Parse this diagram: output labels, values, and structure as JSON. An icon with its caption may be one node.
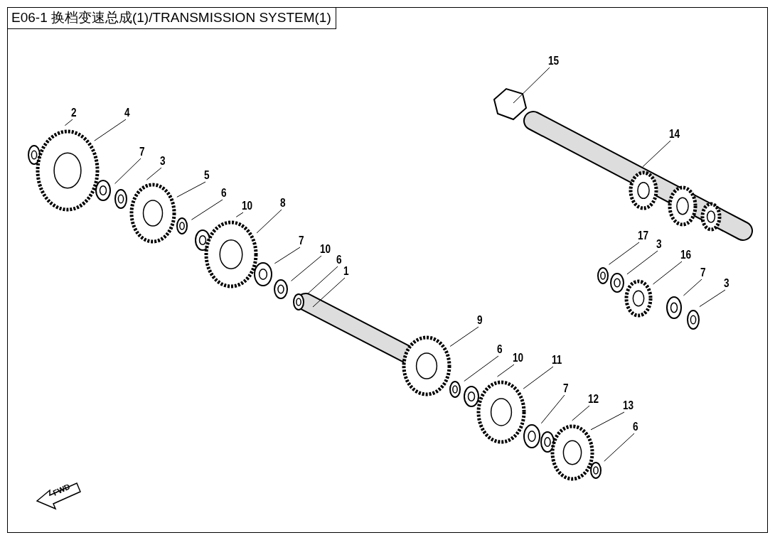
{
  "diagram": {
    "title": "E06-1 换档变速总成(1)/TRANSMISSION SYSTEM(1)",
    "nodes": [
      {
        "text": [
          "2"
        ]
      },
      {
        "text": [
          "4"
        ]
      },
      {
        "text": [
          "7"
        ]
      },
      {
        "text": [
          "3"
        ]
      },
      {
        "text": [
          "5"
        ]
      },
      {
        "text": [
          "6"
        ]
      },
      {
        "text": [
          "10"
        ]
      },
      {
        "text": [
          "8"
        ]
      },
      {
        "text": [
          "7"
        ]
      },
      {
        "text": [
          "10"
        ]
      },
      {
        "text": [
          "6"
        ]
      },
      {
        "text": [
          "1"
        ]
      },
      {
        "text": [
          "15"
        ]
      },
      {
        "text": [
          "14"
        ]
      },
      {
        "text": [
          "17"
        ]
      },
      {
        "text": [
          "3"
        ]
      },
      {
        "text": [
          "16"
        ]
      },
      {
        "text": [
          "7"
        ]
      },
      {
        "text": [
          "3"
        ]
      },
      {
        "text": [
          "9"
        ]
      },
      {
        "text": [
          "6"
        ]
      },
      {
        "text": [
          "10"
        ]
      },
      {
        "text": [
          "11"
        ]
      },
      {
        "text": [
          "7"
        ]
      },
      {
        "text": [
          "12"
        ]
      },
      {
        "text": [
          "13"
        ]
      },
      {
        "text": [
          "6"
        ]
      }
    ],
    "edges": [
      {
        "from": 0,
        "to": null,
        "arrow": "none"
      },
      {
        "from": 1,
        "to": null,
        "arrow": "none"
      },
      {
        "from": 2,
        "to": null,
        "arrow": "none"
      },
      {
        "from": 3,
        "to": null,
        "arrow": "none"
      },
      {
        "from": 4,
        "to": null,
        "arrow": "none"
      },
      {
        "from": 5,
        "to": null,
        "arrow": "none"
      },
      {
        "from": 6,
        "to": null,
        "arrow": "none"
      },
      {
        "from": 7,
        "to": null,
        "arrow": "none"
      },
      {
        "from": 8,
        "to": null,
        "arrow": "none"
      },
      {
        "from": 9,
        "to": null,
        "arrow": "none"
      },
      {
        "from": 10,
        "to": null,
        "arrow": "none"
      },
      {
        "from": 11,
        "to": null,
        "arrow": "none"
      },
      {
        "from": 12,
        "to": null,
        "arrow": "none"
      },
      {
        "from": 13,
        "to": null,
        "arrow": "none"
      },
      {
        "from": 14,
        "to": null,
        "arrow": "none"
      },
      {
        "from": 15,
        "to": null,
        "arrow": "none"
      },
      {
        "from": 16,
        "to": null,
        "arrow": "none"
      },
      {
        "from": 17,
        "to": null,
        "arrow": "none"
      },
      {
        "from": 18,
        "to": null,
        "arrow": "none"
      },
      {
        "from": 19,
        "to": null,
        "arrow": "none"
      },
      {
        "from": 20,
        "to": null,
        "arrow": "none"
      },
      {
        "from": 21,
        "to": null,
        "arrow": "none"
      },
      {
        "from": 22,
        "to": null,
        "arrow": "none"
      },
      {
        "from": 23,
        "to": null,
        "arrow": "none"
      },
      {
        "from": 24,
        "to": null,
        "arrow": "none"
      },
      {
        "from": 25,
        "to": null,
        "arrow": "none"
      },
      {
        "from": 26,
        "to": null,
        "arrow": "none"
      }
    ],
    "labels": [
      "FWD"
    ]
  }
}
